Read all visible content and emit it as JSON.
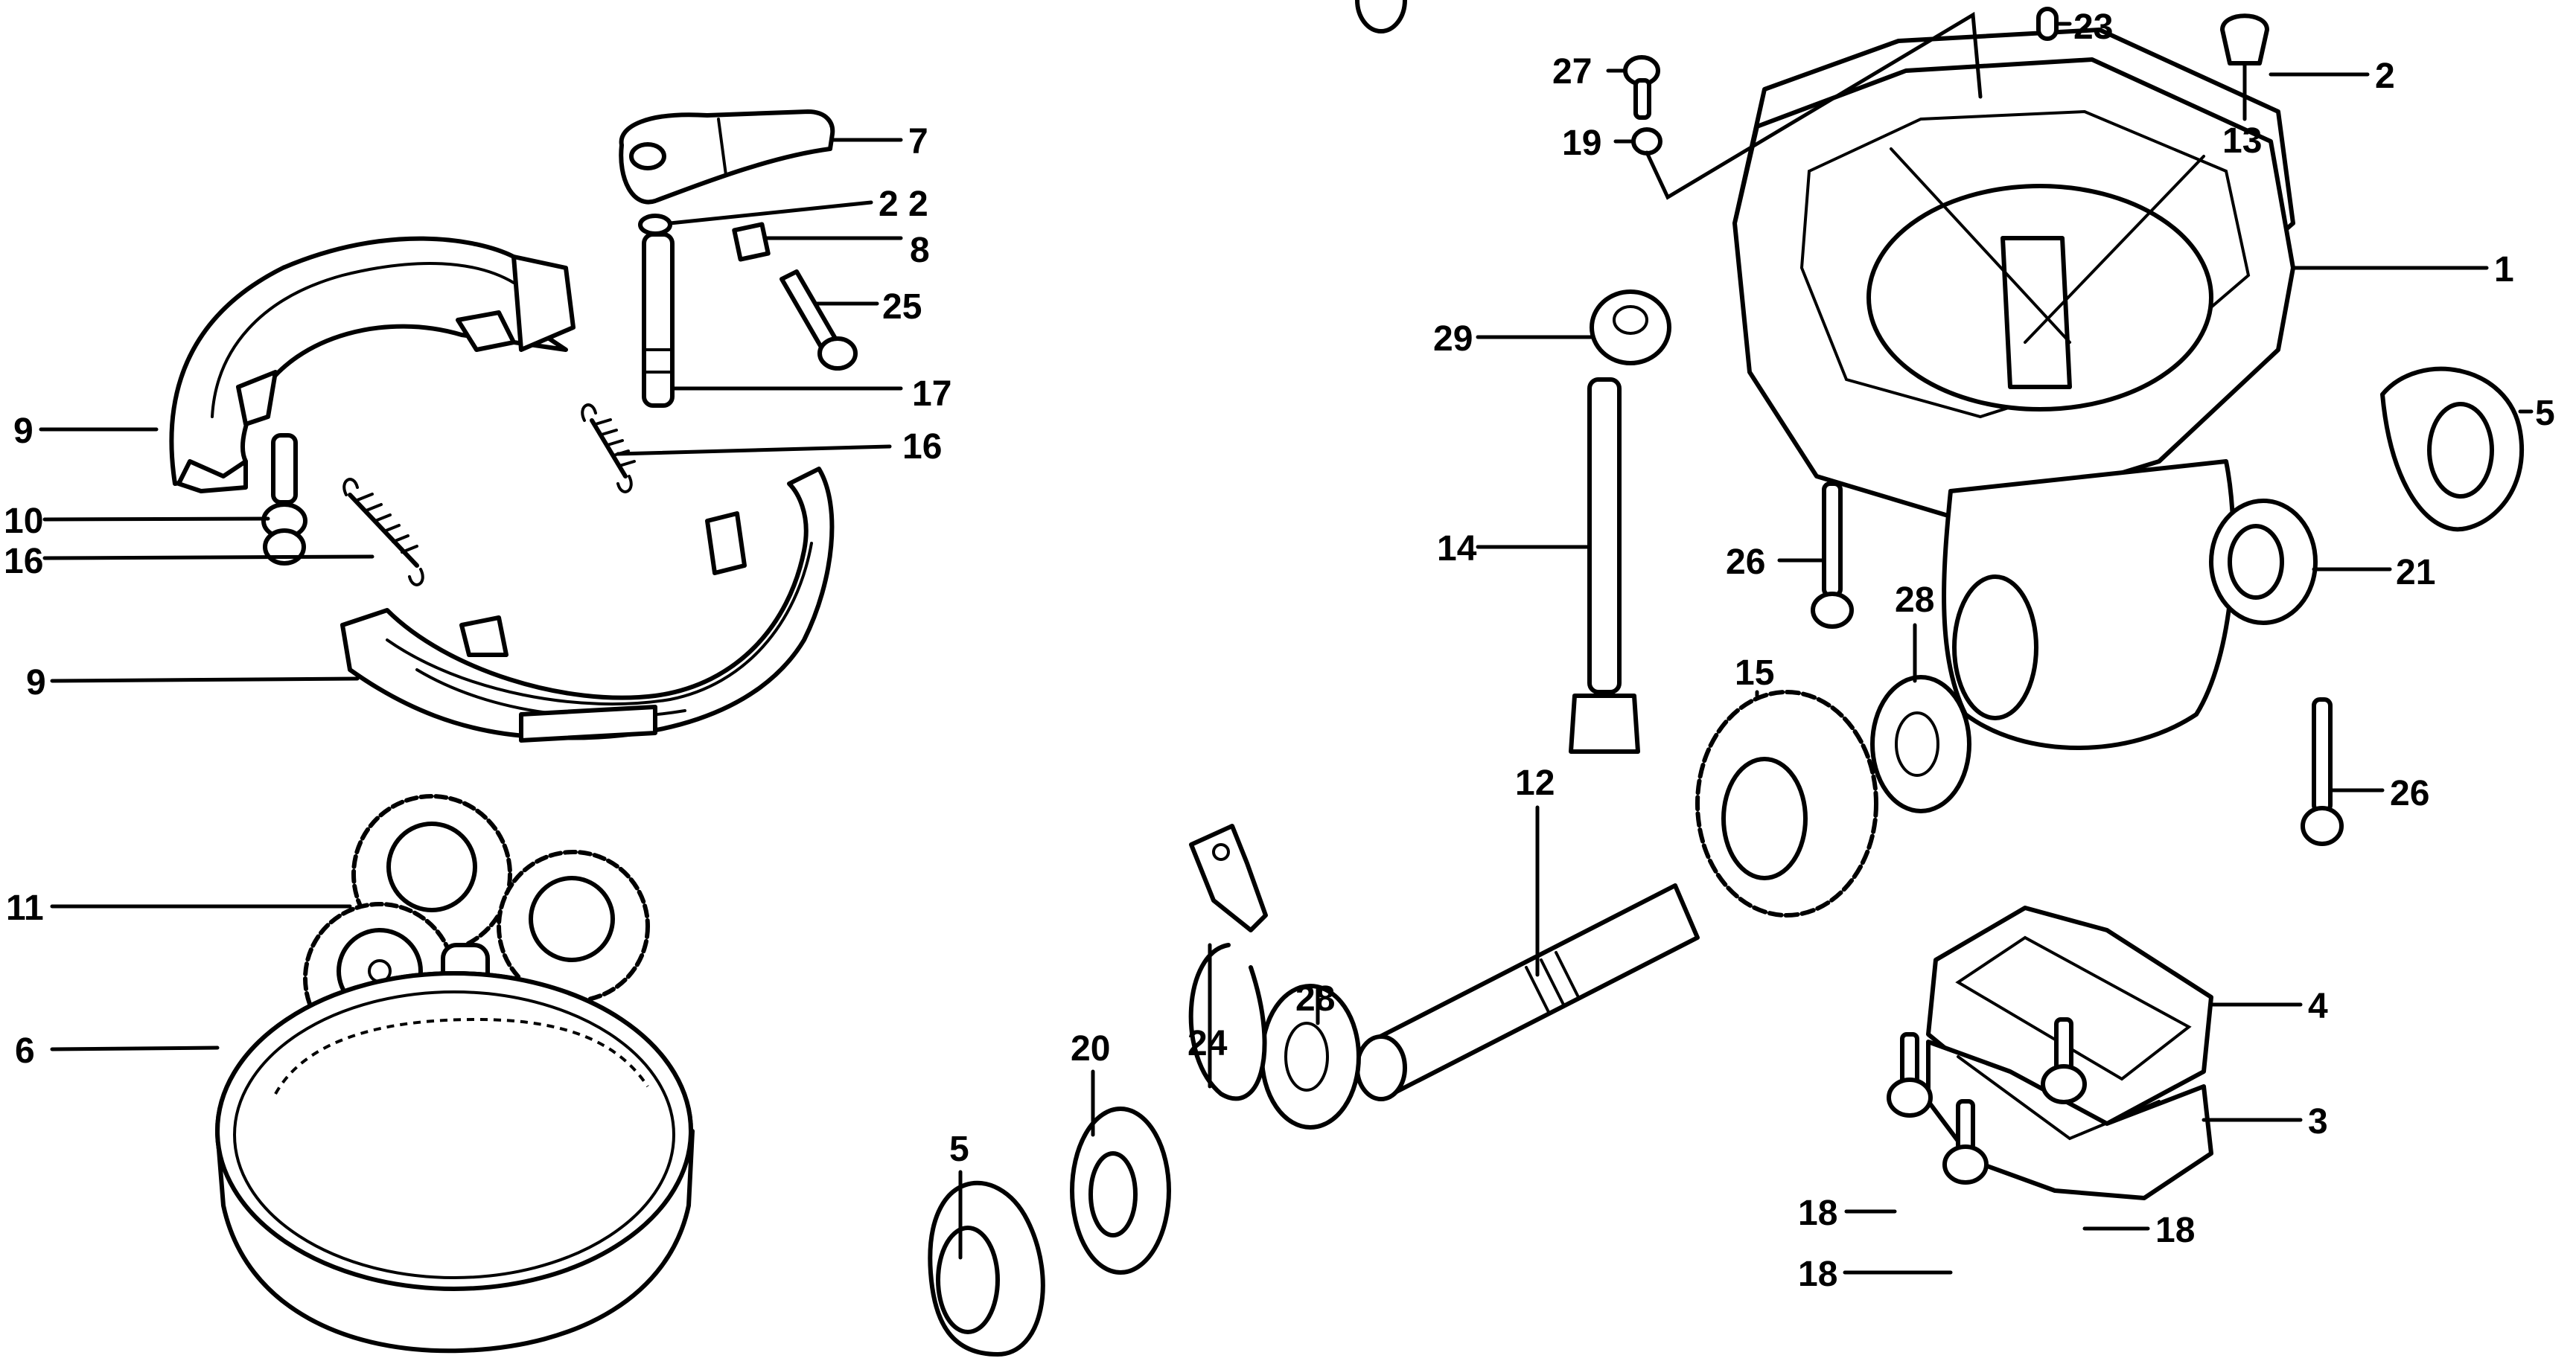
{
  "diagram": {
    "title": "Exploded parts diagram – transmission case, brake shoes, planetary gears, drive shafts",
    "colors": {
      "ink": "#000000",
      "paper": "#ffffff"
    },
    "callouts": [
      {
        "id": "c-7",
        "number": "7",
        "part": "brake arm"
      },
      {
        "id": "c-22",
        "number": "2 2",
        "part": "washer"
      },
      {
        "id": "c-8",
        "number": "8",
        "part": "indicator plate"
      },
      {
        "id": "c-25",
        "number": "25",
        "part": "flange bolt"
      },
      {
        "id": "c-17",
        "number": "17",
        "part": "brake cam"
      },
      {
        "id": "c-16a",
        "number": "16",
        "part": "brake shoe spring (right)"
      },
      {
        "id": "c-9a",
        "number": "9",
        "part": "brake shoe (upper)"
      },
      {
        "id": "c-10",
        "number": "10",
        "part": "anchor pin"
      },
      {
        "id": "c-16b",
        "number": "16",
        "part": "brake shoe spring (left)"
      },
      {
        "id": "c-9b",
        "number": "9",
        "part": "brake shoe (lower)"
      },
      {
        "id": "c-11",
        "number": "11",
        "part": "planetary gear set"
      },
      {
        "id": "c-6",
        "number": "6",
        "part": "ring gear"
      },
      {
        "id": "c-27",
        "number": "27",
        "part": "bolt"
      },
      {
        "id": "c-19",
        "number": "19",
        "part": "washer"
      },
      {
        "id": "c-23",
        "number": "23",
        "part": "dowel pin"
      },
      {
        "id": "c-2",
        "number": "2",
        "part": "gasket"
      },
      {
        "id": "c-13",
        "number": "13",
        "part": "oil filler cap"
      },
      {
        "id": "c-1",
        "number": "1",
        "part": "transmission case"
      },
      {
        "id": "c-29",
        "number": "29",
        "part": "bearing"
      },
      {
        "id": "c-5a",
        "number": "5",
        "part": "oil seal (case)"
      },
      {
        "id": "c-14",
        "number": "14",
        "part": "pinion shaft"
      },
      {
        "id": "c-26a",
        "number": "26",
        "part": "bolt"
      },
      {
        "id": "c-28a",
        "number": "28",
        "part": "ball bearing"
      },
      {
        "id": "c-21",
        "number": "21",
        "part": "oil seal"
      },
      {
        "id": "c-15",
        "number": "15",
        "part": "bevel gear"
      },
      {
        "id": "c-26b",
        "number": "26",
        "part": "bolt"
      },
      {
        "id": "c-12",
        "number": "12",
        "part": "output shaft"
      },
      {
        "id": "c-28b",
        "number": "28",
        "part": "ball bearing"
      },
      {
        "id": "c-24",
        "number": "24",
        "part": "circlip"
      },
      {
        "id": "c-20",
        "number": "20",
        "part": "oil seal"
      },
      {
        "id": "c-5b",
        "number": "5",
        "part": "oil seal (shaft)"
      },
      {
        "id": "c-4",
        "number": "4",
        "part": "gasket"
      },
      {
        "id": "c-3",
        "number": "3",
        "part": "cover"
      },
      {
        "id": "c-18a",
        "number": "18",
        "part": "bolt"
      },
      {
        "id": "c-18b",
        "number": "18",
        "part": "bolt"
      },
      {
        "id": "c-18c",
        "number": "18",
        "part": "bolt"
      }
    ]
  }
}
